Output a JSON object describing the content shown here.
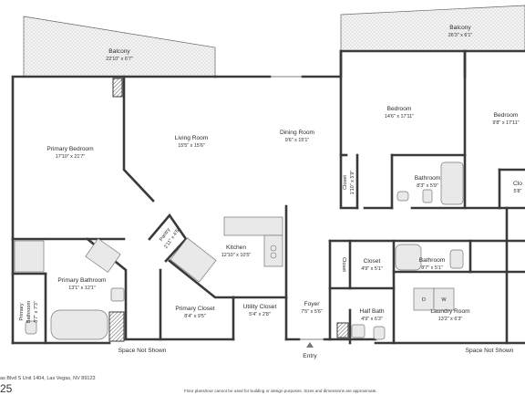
{
  "rooms": {
    "balcony_left": {
      "name": "Balcony",
      "dims": "22'10\" x 6'7\""
    },
    "balcony_right": {
      "name": "Balcony",
      "dims": "26'3\" x 6'1\""
    },
    "primary_bedroom": {
      "name": "Primary Bedroom",
      "dims": "17'10\" x 21'7\""
    },
    "living_room": {
      "name": "Living Room",
      "dims": "15'5\" x 15'6\""
    },
    "dining_room": {
      "name": "Dining Room",
      "dims": "9'6\" x 15'1\""
    },
    "bedroom_1": {
      "name": "Bedroom",
      "dims": "14'6\" x 17'11\""
    },
    "bedroom_2": {
      "name": "Bedroom",
      "dims": "9'8\" x 17'11\""
    },
    "bathroom_upper": {
      "name": "Bathroom",
      "dims": "8'3\" x 5'9\""
    },
    "closet_vert": {
      "name": "Closet",
      "dims": "1'10\" x 5'9\""
    },
    "closet_right": {
      "name": "Clo",
      "dims": "5'8\""
    },
    "pantry": {
      "name": "Pantry",
      "dims": "2'11\" x 4'5\""
    },
    "kitchen": {
      "name": "Kitchen",
      "dims": "12'10\" x 10'5\""
    },
    "primary_bathroom": {
      "name": "Primary Bathroom",
      "dims": "13'1\" x 12'1\""
    },
    "primary_closet": {
      "name": "Primary Closet",
      "dims": "8'4\" x 9'5\""
    },
    "utility_closet": {
      "name": "Utility Closet",
      "dims": "5'4\" x 2'8\""
    },
    "foyer": {
      "name": "Foyer",
      "dims": "7'5\" x 5'6\""
    },
    "closet_mid": {
      "name": "Closet",
      "dims": "4'9\" x 5'1\""
    },
    "closet_small": {
      "name": "Closet"
    },
    "bathroom_lower": {
      "name": "Bathroom",
      "dims": "8'7\" x 5'1\""
    },
    "half_bath": {
      "name": "Half Bath",
      "dims": "4'9\" x 6'3\""
    },
    "laundry_room": {
      "name": "Laundry Room",
      "dims": "13'2\" x 6'3\""
    },
    "primary_bathroom_small": {
      "line1": "Primary",
      "line2": "Bathroom",
      "dims": "3'7\" x 7'3\""
    }
  },
  "labels": {
    "space_left": "Space Not Shown",
    "space_right": "Space Not Shown",
    "entry": "Entry",
    "washer": "W",
    "dryer": "D"
  },
  "footer": {
    "address": "as Blvd S Unit 1404, Las Vegas, NV 89123",
    "page_number": "25",
    "disclaimer": "Floor plans/tour cannot be used for building or design purposes. Sizes and dimensions are approximate."
  },
  "colors": {
    "wall": "#3a3a3a",
    "fixture": "#e9e9e9",
    "text": "#2d2d2d"
  }
}
